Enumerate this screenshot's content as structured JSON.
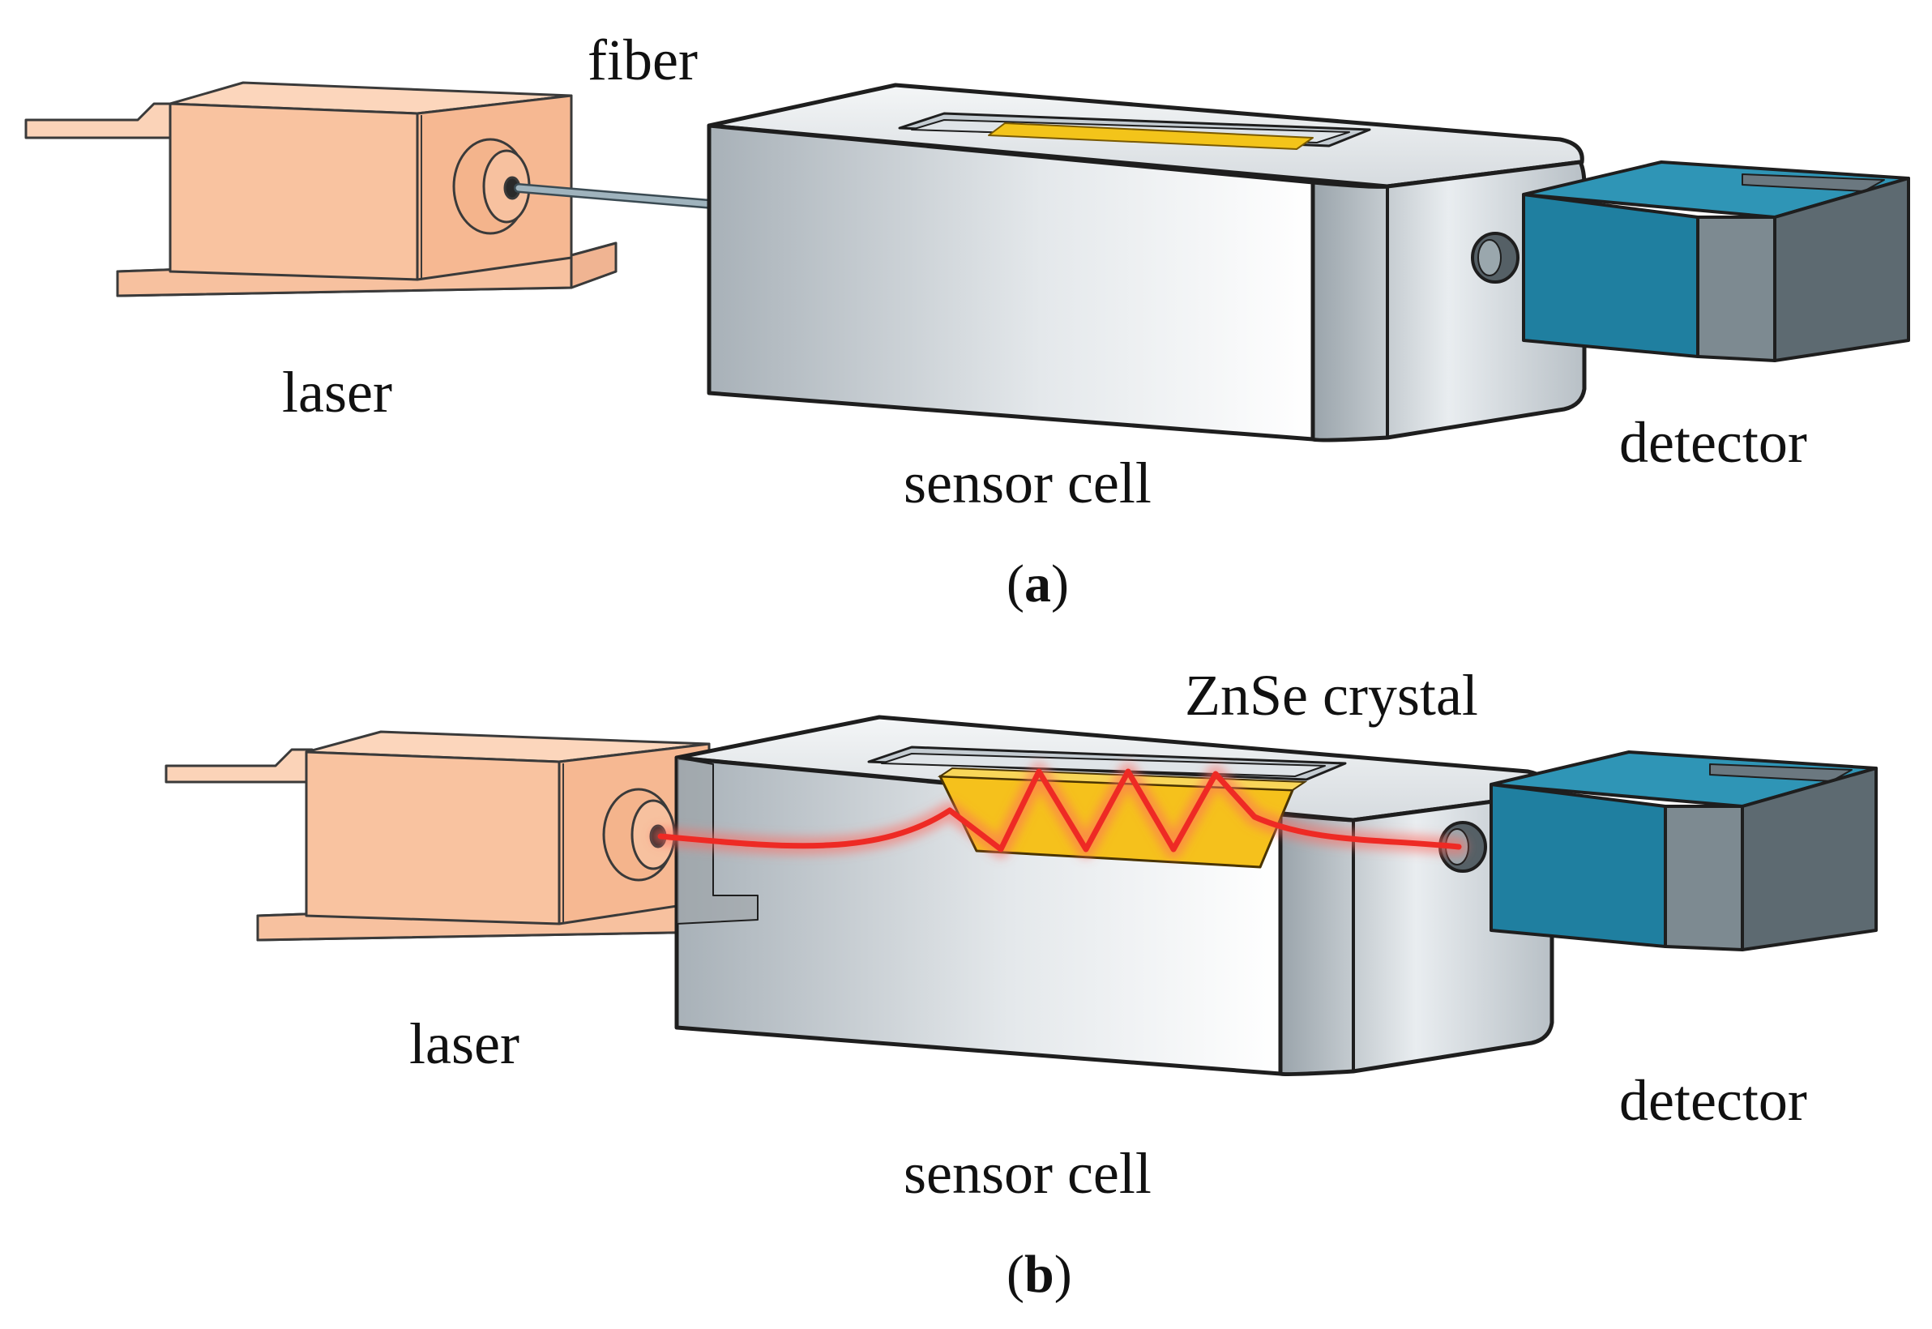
{
  "panel_a": {
    "fiber_label": "fiber",
    "laser_label": "laser",
    "sensor_cell_label": "sensor cell",
    "detector_label": "detector",
    "caption_open": "(",
    "caption_letter": "a",
    "caption_close": ")"
  },
  "panel_b": {
    "crystal_label": "ZnSe crystal",
    "laser_label": "laser",
    "sensor_cell_label": "sensor cell",
    "detector_label": "detector",
    "caption_open": "(",
    "caption_letter": "b",
    "caption_close": ")"
  },
  "colors": {
    "laser_body": "#f9c3a0",
    "cell_body": "#c8ced3",
    "crystal": "#f3c41a",
    "detector_front": "#1f7fa0",
    "detector_side": "#6b7880",
    "beam": "#ee2a24",
    "fiber": "#8fa3ad"
  }
}
